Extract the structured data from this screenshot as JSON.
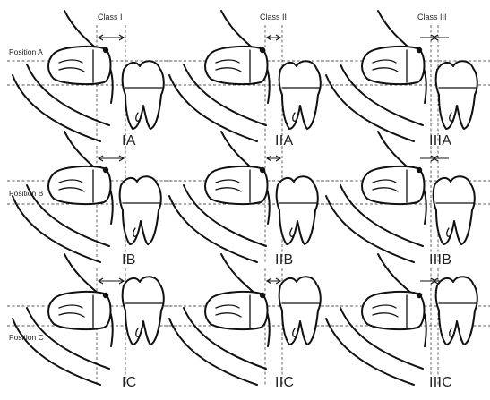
{
  "figure": {
    "class_labels": [
      "Class I",
      "Class II",
      "Class III"
    ],
    "position_labels": [
      "Position A",
      "Position B",
      "Position C"
    ],
    "cell_labels": [
      [
        "IA",
        "IIA",
        "IIIA"
      ],
      [
        "IB",
        "IIB",
        "IIIB"
      ],
      [
        "IC",
        "IIC",
        "IIIC"
      ]
    ]
  }
}
